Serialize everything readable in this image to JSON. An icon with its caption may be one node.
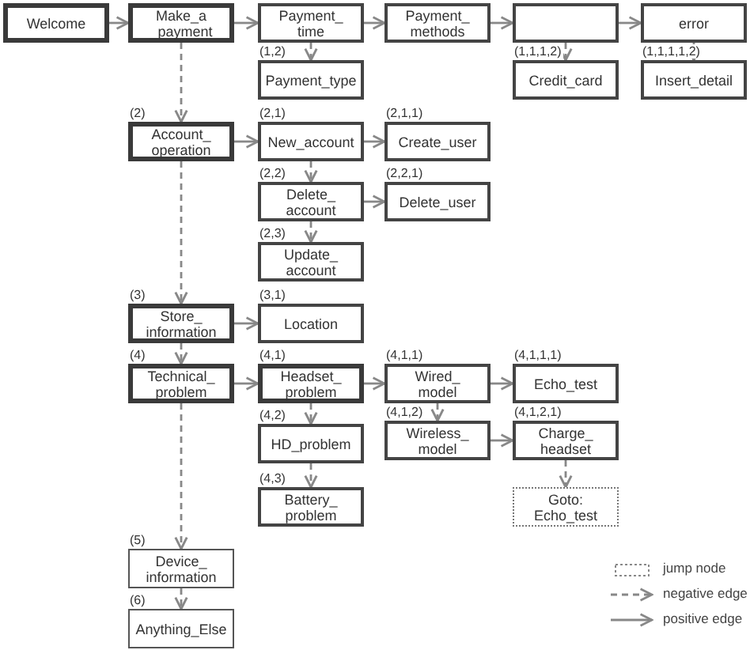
{
  "diagram": {
    "nodes": [
      {
        "text": [
          "Welcome"
        ]
      },
      {
        "text": [
          "Make_a _payment"
        ]
      },
      {
        "text": [
          "Payment_ time"
        ]
      },
      {
        "text": [
          "Payment_ methods"
        ]
      },
      {
        "text": [],
        "shape": "box"
      },
      {
        "text": [
          "error"
        ]
      },
      {
        "text": [
          "Payment_type"
        ],
        "beside": [
          "(1,2)"
        ]
      },
      {
        "text": [
          "Credit_card"
        ],
        "beside": [
          "(1,1,1,2)"
        ]
      },
      {
        "text": [
          "Insert_detail"
        ],
        "beside": [
          "(1,1,1,1,2)"
        ]
      },
      {
        "text": [
          "Account_ operation"
        ],
        "beside": [
          "(2)"
        ]
      },
      {
        "text": [
          "New_account"
        ],
        "beside": [
          "(2,1)"
        ]
      },
      {
        "text": [
          "Create_user"
        ],
        "beside": [
          "(2,1,1)"
        ]
      },
      {
        "text": [
          "Delete_ account"
        ],
        "beside": [
          "(2,2)"
        ]
      },
      {
        "text": [
          "Delete_user"
        ],
        "beside": [
          "(2,2,1)"
        ]
      },
      {
        "text": [
          "Update_ account"
        ],
        "beside": [
          "(2,3)"
        ]
      },
      {
        "text": [
          "Store_ information"
        ],
        "beside": [
          "(3)"
        ]
      },
      {
        "text": [
          "Location"
        ],
        "beside": [
          "(3,1)"
        ]
      },
      {
        "text": [
          "Technical_ problem"
        ],
        "beside": [
          "(4)"
        ]
      },
      {
        "text": [
          "Headset_ problem"
        ],
        "beside": [
          "(4,1)"
        ]
      },
      {
        "text": [
          "Wired_ model"
        ],
        "beside": [
          "(4,1,1)"
        ]
      },
      {
        "text": [
          "Echo_test"
        ],
        "beside": [
          "(4,1,1,1)"
        ]
      },
      {
        "text": [
          "Wireless_ model"
        ],
        "beside": [
          "(4,1,2)"
        ]
      },
      {
        "text": [
          "Charge_ headset"
        ],
        "beside": [
          "(4,1,2,1)"
        ]
      },
      {
        "text": [
          "HD_problem"
        ],
        "beside": [
          "(4,2)"
        ]
      },
      {
        "text": [
          "Battery_ problem"
        ],
        "beside": [
          "(4,3)"
        ]
      },
      {
        "text": [
          "Goto: Echo_test"
        ]
      },
      {
        "text": [
          "Device_ information"
        ],
        "beside": [
          "(5)"
        ]
      },
      {
        "text": [
          "Anything_Else"
        ],
        "beside": [
          "(6)"
        ]
      }
    ],
    "edges": [
      {
        "from": 0,
        "to": 1,
        "arrow": "to"
      },
      {
        "from": 1,
        "to": 2,
        "arrow": "to"
      },
      {
        "from": 2,
        "to": 3,
        "arrow": "to"
      },
      {
        "from": 3,
        "to": 4,
        "arrow": "to"
      },
      {
        "from": 4,
        "to": 5,
        "arrow": "to"
      },
      {
        "from": 4,
        "to": 7,
        "arrow": "to",
        "style": "dashed"
      },
      {
        "from": 5,
        "to": 8,
        "arrow": "to",
        "style": "dashed"
      },
      {
        "from": 2,
        "to": 6,
        "arrow": "to",
        "style": "dashed"
      },
      {
        "from": 1,
        "to": 9,
        "arrow": "to",
        "style": "dashed"
      },
      {
        "from": 9,
        "to": 10,
        "arrow": "to"
      },
      {
        "from": 10,
        "to": 11,
        "arrow": "to"
      },
      {
        "from": 10,
        "to": 12,
        "arrow": "to",
        "style": "dashed"
      },
      {
        "from": 12,
        "to": 13,
        "arrow": "to"
      },
      {
        "from": 12,
        "to": 14,
        "arrow": "to",
        "style": "dashed"
      },
      {
        "from": 9,
        "to": 15,
        "arrow": "to",
        "style": "dashed"
      },
      {
        "from": 15,
        "to": 16,
        "arrow": "to"
      },
      {
        "from": 15,
        "to": 17,
        "arrow": "to",
        "style": "dashed"
      },
      {
        "from": 17,
        "to": 18,
        "arrow": "to"
      },
      {
        "from": 18,
        "to": 19,
        "arrow": "to"
      },
      {
        "from": 19,
        "to": 20,
        "arrow": "to"
      },
      {
        "from": 19,
        "to": 21,
        "arrow": "to",
        "style": "dashed"
      },
      {
        "from": 21,
        "to": 22,
        "arrow": "to"
      },
      {
        "from": 22,
        "to": 25,
        "arrow": "to",
        "style": "dashed"
      },
      {
        "from": 18,
        "to": 23,
        "arrow": "to",
        "style": "dashed"
      },
      {
        "from": 23,
        "to": 24,
        "arrow": "to",
        "style": "dashed"
      },
      {
        "from": 17,
        "to": 26,
        "arrow": "to",
        "style": "dashed"
      },
      {
        "from": 26,
        "to": 27,
        "arrow": "to",
        "style": "dashed"
      }
    ],
    "legend": [
      {
        "text": "jump node"
      },
      {
        "text": "negative edge"
      },
      {
        "text": "positive edge"
      }
    ]
  }
}
